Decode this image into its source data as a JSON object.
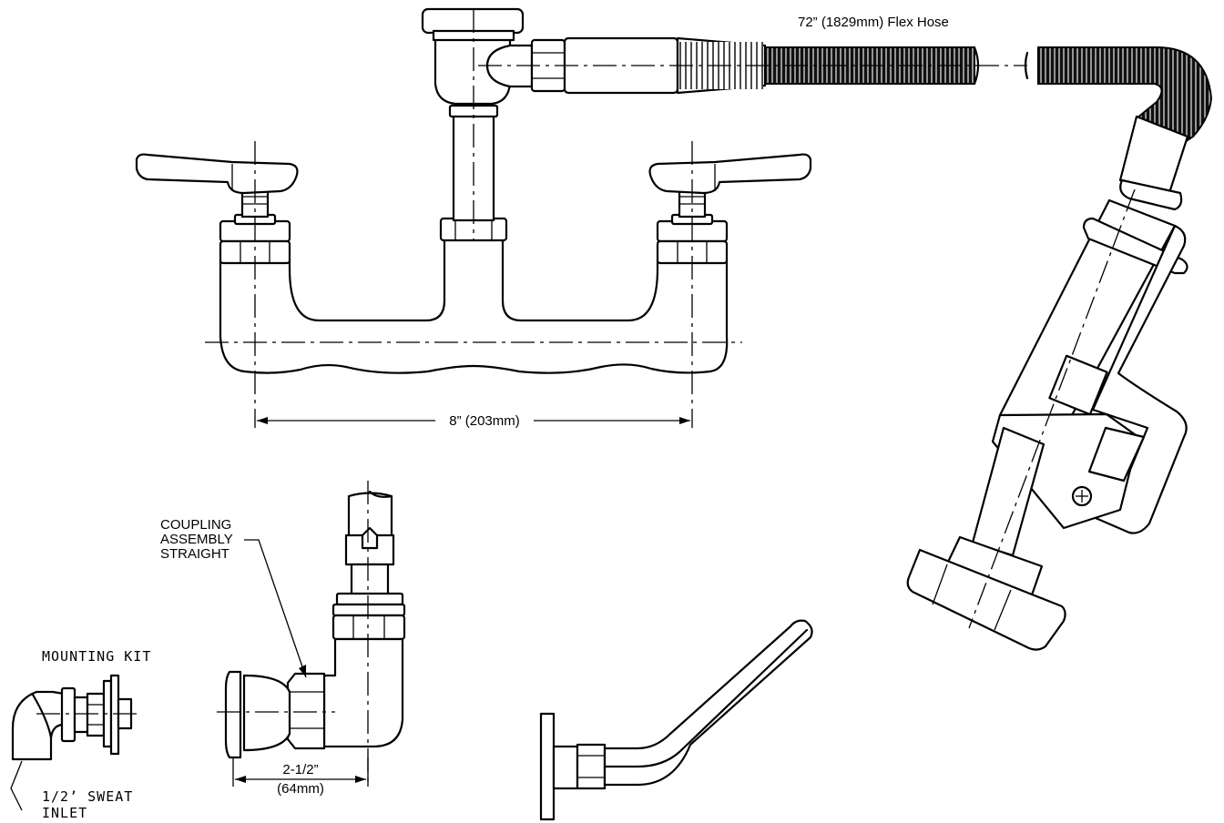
{
  "labels": {
    "flex_hose": "72” (1829mm) Flex Hose",
    "centers_dim": "8” (203mm)",
    "coupling_line1": "COUPLING",
    "coupling_line2": "ASSEMBLY",
    "coupling_line3": "STRAIGHT",
    "mounting_kit": "MOUNTING KIT",
    "offset_dim_line1": "2-1/2”",
    "offset_dim_line2": "(64mm)",
    "sweat_line1": "1/2’ SWEAT",
    "sweat_line2": "INLET"
  }
}
